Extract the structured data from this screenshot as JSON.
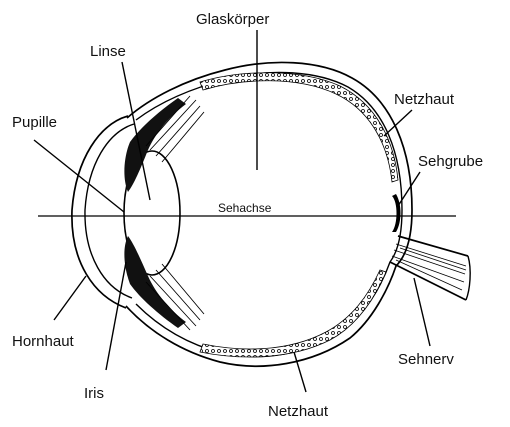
{
  "diagram": {
    "labels": {
      "glaskoerper": "Glaskörper",
      "linse": "Linse",
      "pupille": "Pupille",
      "netzhaut_top": "Netzhaut",
      "sehgrube": "Sehgrube",
      "sehachse": "Sehachse",
      "hornhaut": "Hornhaut",
      "sehnerv": "Sehnerv",
      "iris": "Iris",
      "netzhaut_bottom": "Netzhaut"
    }
  }
}
